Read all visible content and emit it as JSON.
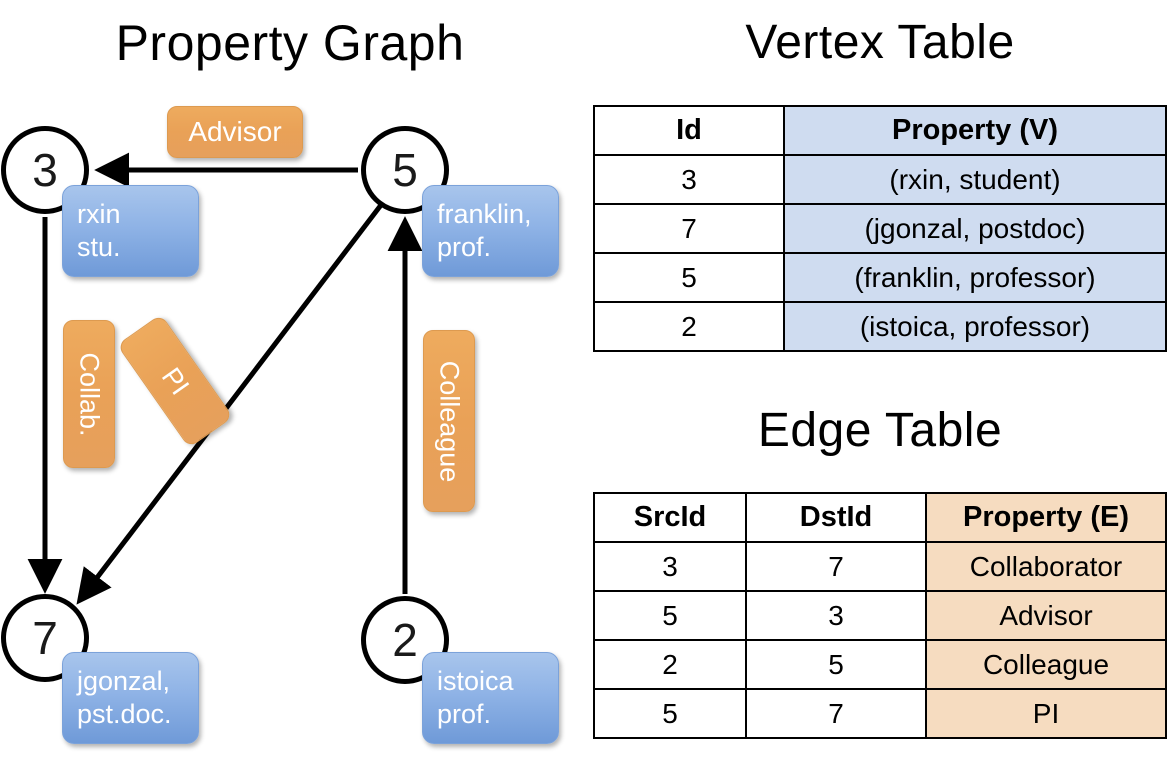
{
  "titles": {
    "property_graph": "Property Graph",
    "vertex_table": "Vertex Table",
    "edge_table": "Edge Table"
  },
  "graph": {
    "nodes": [
      {
        "id": "3",
        "label": "3",
        "property_line1": "rxin",
        "property_line2": "stu."
      },
      {
        "id": "5",
        "label": "5",
        "property_line1": "franklin,",
        "property_line2": "prof."
      },
      {
        "id": "7",
        "label": "7",
        "property_line1": "jgonzal,",
        "property_line2": "pst.doc."
      },
      {
        "id": "2",
        "label": "2",
        "property_line1": "istoica",
        "property_line2": "prof."
      }
    ],
    "edge_labels": [
      {
        "name": "advisor",
        "text": "Advisor"
      },
      {
        "name": "collab",
        "text": "Collab."
      },
      {
        "name": "pi",
        "text": "PI"
      },
      {
        "name": "colleague",
        "text": "Colleague"
      }
    ],
    "edges": [
      {
        "from": "5",
        "to": "3",
        "label": "Advisor"
      },
      {
        "from": "3",
        "to": "7",
        "label": "Collab."
      },
      {
        "from": "5",
        "to": "7",
        "label": "PI"
      },
      {
        "from": "2",
        "to": "5",
        "label": "Colleague"
      }
    ]
  },
  "vertex_table": {
    "headers": [
      "Id",
      "Property (V)"
    ],
    "rows": [
      [
        "3",
        "(rxin, student)"
      ],
      [
        "7",
        "(jgonzal, postdoc)"
      ],
      [
        "5",
        "(franklin, professor)"
      ],
      [
        "2",
        "(istoica, professor)"
      ]
    ]
  },
  "edge_table": {
    "headers": [
      "SrcId",
      "DstId",
      "Property (E)"
    ],
    "rows": [
      [
        "3",
        "7",
        "Collaborator"
      ],
      [
        "5",
        "3",
        "Advisor"
      ],
      [
        "2",
        "5",
        "Colleague"
      ],
      [
        "5",
        "7",
        "PI"
      ]
    ]
  },
  "colors": {
    "vertex_property_fill": "#cfdcf0",
    "edge_property_fill": "#f6dcc0",
    "node_box_blue": "#8fb3e6",
    "edge_label_orange": "#e9a157",
    "stroke": "#000000"
  }
}
